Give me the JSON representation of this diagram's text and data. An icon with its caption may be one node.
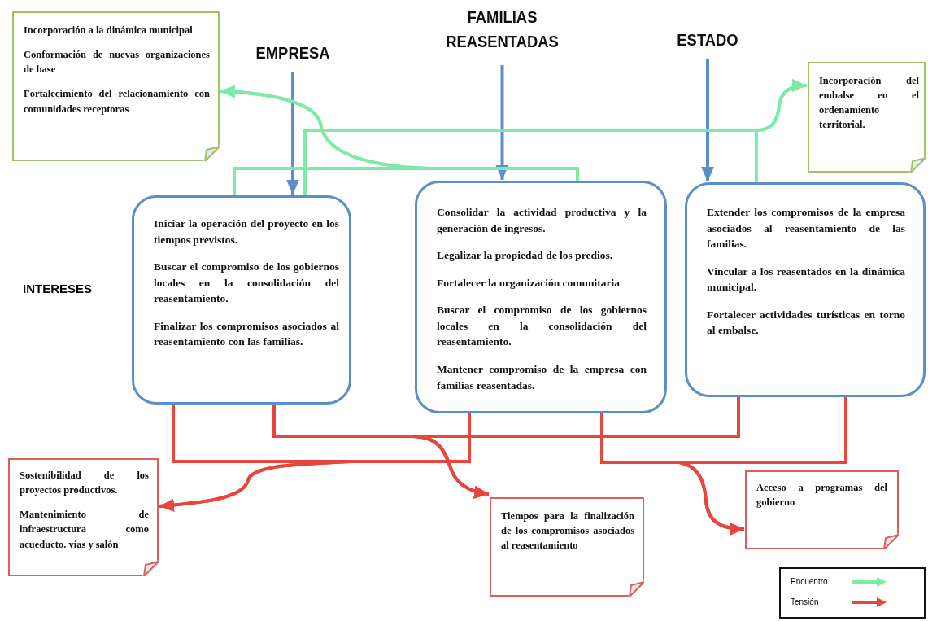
{
  "diagram": {
    "nodes": [
      {
        "text": [
          "EMPRESA"
        ]
      },
      {
        "text": [
          "FAMILIAS REASENTADAS"
        ]
      },
      {
        "text": [
          "ESTADO"
        ]
      },
      {
        "text": [
          "Iniciar la operación del proyecto en los tiempos previstos.",
          "Buscar el compromiso de los gobiernos locales en la consolidación del reasentamiento.",
          "Finalizar los compromisos asociados al reasentamiento con las familias."
        ]
      },
      {
        "text": [
          "Consolidar la actividad productiva y la generación de ingresos.",
          "Legalizar la propiedad de los predios.",
          "Fortalecer la organización comunitaria",
          "Buscar el compromiso de los gobiernos locales en la consolidación del reasentamiento.",
          "Mantener compromiso de la empresa con familias reasentadas."
        ]
      },
      {
        "text": [
          "Extender los compromisos de la empresa asociados al reasentamiento de las familias.",
          "Vincular a los reasentados en la dinámica municipal.",
          "Fortalecer actividades turísticas en torno al embalse."
        ]
      },
      {
        "text": [
          "Incorporación a la dinámica municipal",
          "Conformación de nuevas organizaciones de base",
          "Fortalecimiento del relacionamiento con comunidades receptoras"
        ]
      },
      {
        "text": [
          "Incorporación del embalse en el ordenamiento territorial."
        ]
      },
      {
        "text": [
          "Sostenibilidad de los proyectos productivos.",
          "Mantenimiento de infraestructura como acueducto. vías y salón"
        ]
      },
      {
        "text": [
          "Tiempos para la finalización de los compromisos asociados al reasentamiento"
        ]
      },
      {
        "text": [
          "Acceso a programas del gobierno"
        ]
      }
    ],
    "edges": [
      {
        "from": 0,
        "to": 3,
        "arrow": "to",
        "color": "#5b8fc9"
      },
      {
        "from": 1,
        "to": 4,
        "arrow": "to",
        "color": "#5b8fc9"
      },
      {
        "from": 2,
        "to": 5,
        "arrow": "to",
        "color": "#5b8fc9"
      },
      {
        "from": 3,
        "to": 6,
        "arrow": "to",
        "color": "#7eeaa8"
      },
      {
        "from": 4,
        "to": 6,
        "arrow": "to",
        "color": "#7eeaa8"
      },
      {
        "from": 3,
        "to": 7,
        "arrow": "to",
        "color": "#7eeaa8"
      },
      {
        "from": 5,
        "to": 7,
        "arrow": "to",
        "color": "#7eeaa8"
      },
      {
        "from": 3,
        "to": 8,
        "arrow": "to"
      },
      {
        "from": 4,
        "to": 8,
        "arrow": "to"
      },
      {
        "from": 3,
        "to": 9,
        "arrow": "to"
      },
      {
        "from": 5,
        "to": 9,
        "arrow": "to"
      },
      {
        "from": 4,
        "to": 10,
        "arrow": "to"
      },
      {
        "from": 5,
        "to": 10,
        "arrow": "to"
      }
    ],
    "labels": [
      "INTERESES"
    ],
    "legend": [
      {
        "text": "Encuentro"
      },
      {
        "text": "Tensión"
      }
    ]
  }
}
